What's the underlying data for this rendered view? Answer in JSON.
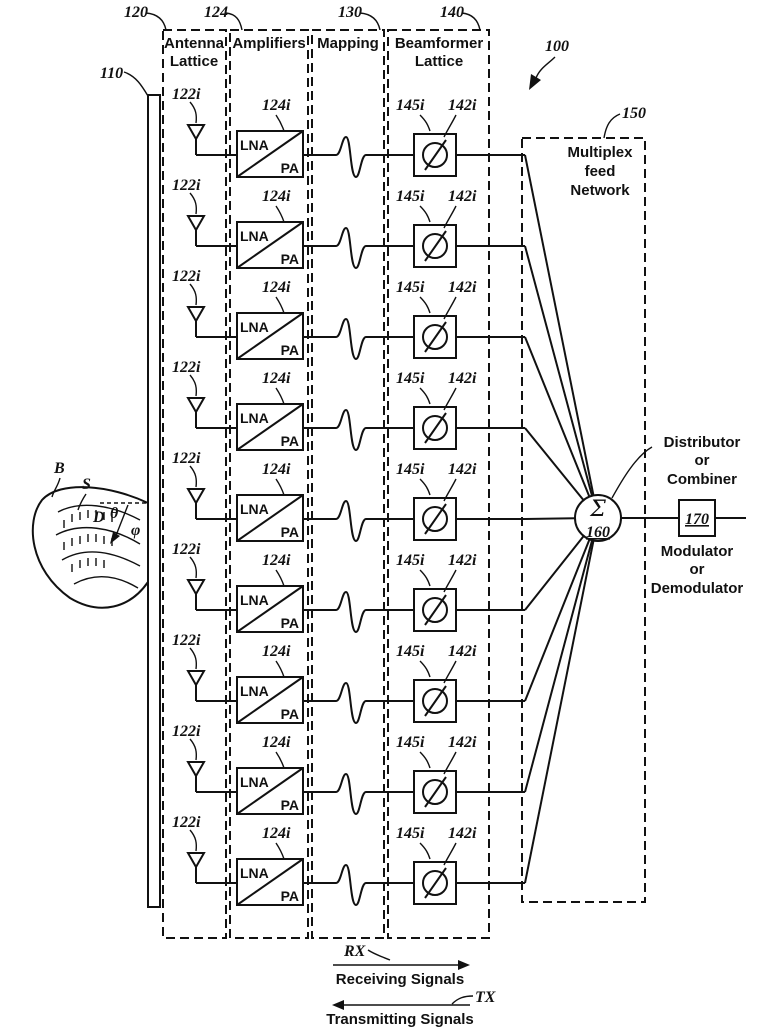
{
  "figure_number": "100",
  "sections": [
    {
      "ref": "120",
      "title_lines": [
        "Antenna",
        "Lattice"
      ]
    },
    {
      "ref": "124",
      "title_lines": [
        "Amplifiers"
      ]
    },
    {
      "ref": "130",
      "title_lines": [
        "Mapping"
      ]
    },
    {
      "ref": "140",
      "title_lines": [
        "Beamformer",
        "Lattice"
      ]
    }
  ],
  "array_ref": "110",
  "element_ref": "122i",
  "amplifier_ref": "124i",
  "phase_shifter_ref": "145i",
  "weight_ref": "142i",
  "amplifier_labels": {
    "top": "LNA",
    "bottom": "PA"
  },
  "feed_network": {
    "ref": "150",
    "title_lines": [
      "Multiplex",
      "feed",
      "Network"
    ]
  },
  "combiner": {
    "symbol": "Σ",
    "ref": "160",
    "label_lines": [
      "Distributor",
      "or",
      "Combiner"
    ]
  },
  "modulator": {
    "ref": "170",
    "label_lines": [
      "Modulator",
      "or",
      "Demodulator"
    ]
  },
  "beam": {
    "b": "B",
    "s": "S",
    "d": "D",
    "theta": "θ",
    "phi": "φ"
  },
  "signals": {
    "rx_tag": "RX",
    "rx_label": "Receiving Signals",
    "tx_tag": "TX",
    "tx_label": "Transmitting Signals"
  },
  "row_count": 9
}
